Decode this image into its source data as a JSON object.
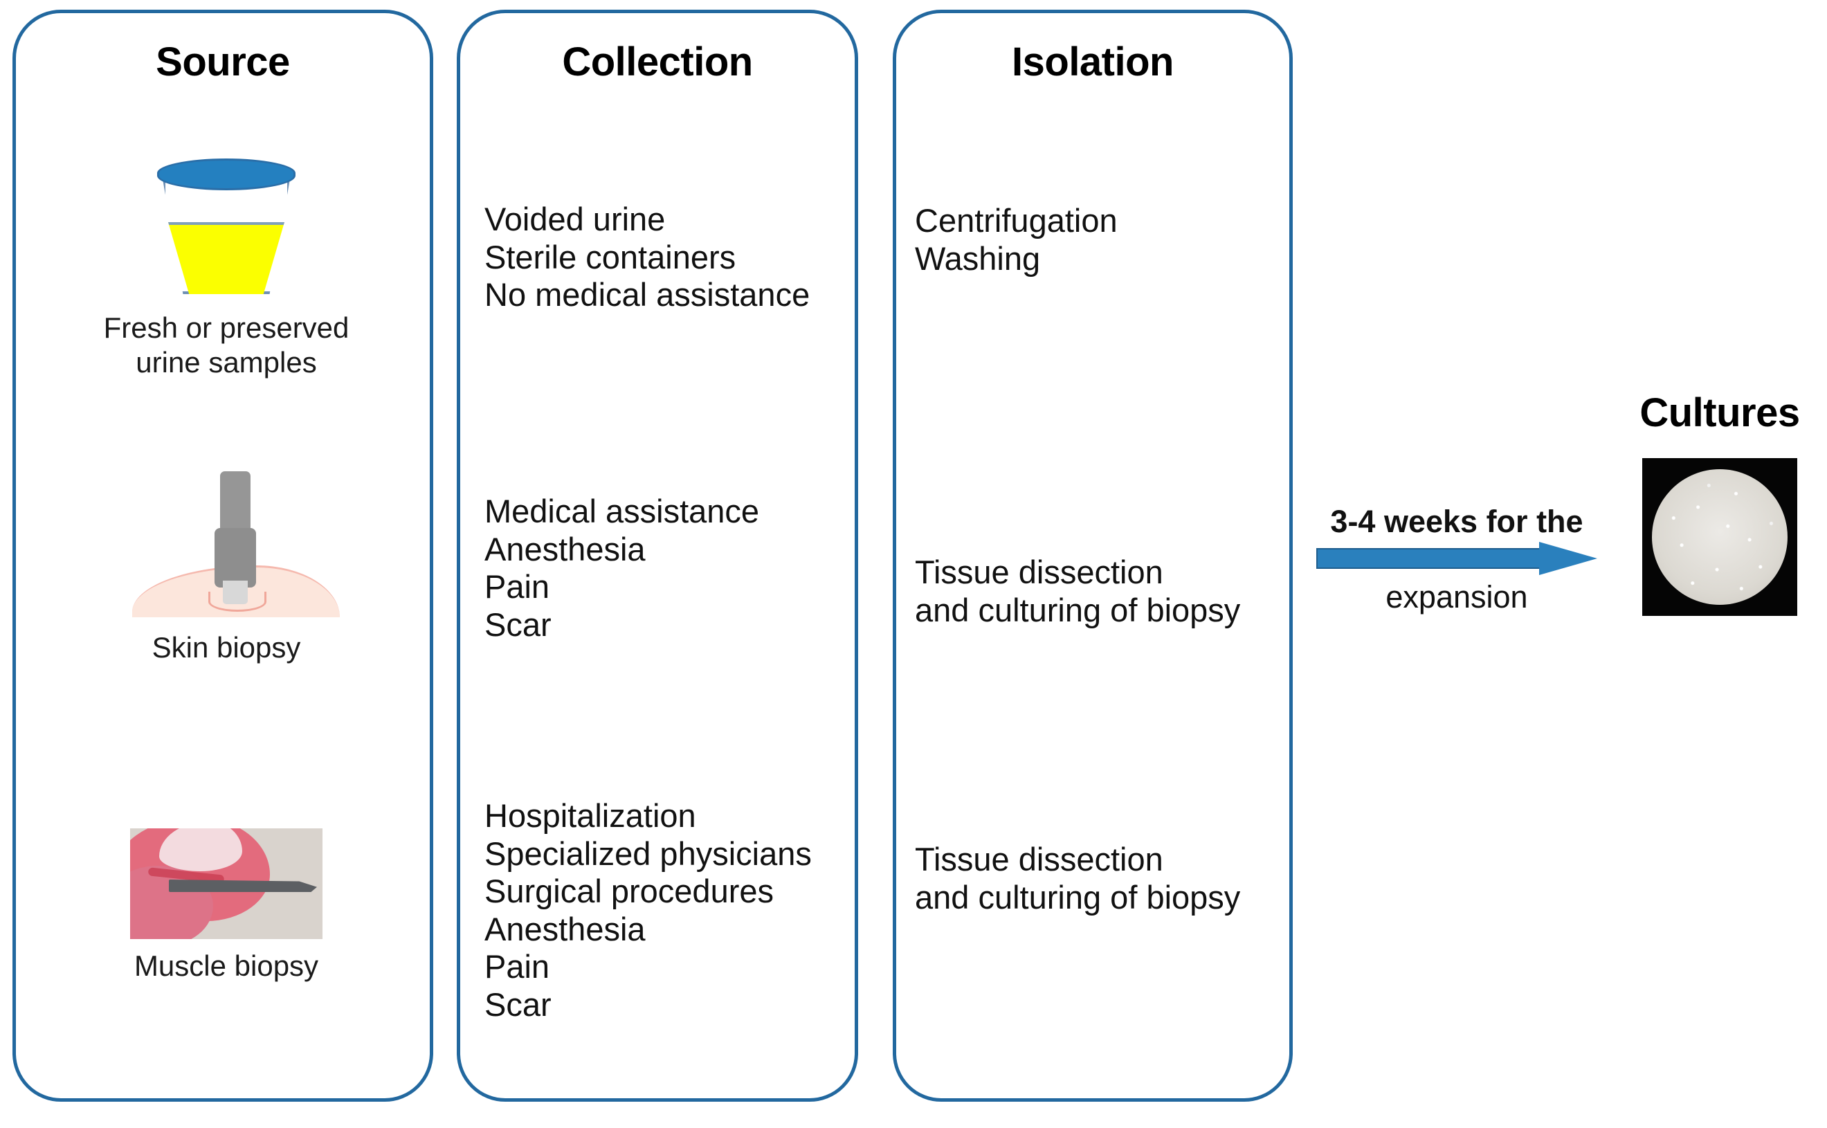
{
  "columns": {
    "source": {
      "title": "Source",
      "items": [
        {
          "icon": "urine-cup-icon",
          "caption": "Fresh  or preserved\nurine samples"
        },
        {
          "icon": "skin-punch-icon",
          "caption": "Skin biopsy"
        },
        {
          "icon": "muscle-biopsy-photo",
          "caption": "Muscle  biopsy"
        }
      ]
    },
    "collection": {
      "title": "Collection",
      "blocks": [
        "Voided urine\nSterile containers\nNo medical assistance",
        "Medical assistance\nAnesthesia\nPain\nScar",
        "Hospitalization\nSpecialized physicians\nSurgical procedures\nAnesthesia\nPain\nScar"
      ]
    },
    "isolation": {
      "title": "Isolation",
      "blocks": [
        "Centrifugation\nWashing",
        "Tissue dissection\nand culturing of biopsy",
        "Tissue dissection\nand culturing of biopsy"
      ]
    }
  },
  "arrow": {
    "icon": "right-arrow-icon",
    "caption_top": "3-4 weeks for the",
    "caption_bottom": "expansion"
  },
  "cultures": {
    "title": "Cultures",
    "image_alt": "culture-dish-photo"
  },
  "colors": {
    "box_border": "#22689f",
    "arrow_blue": "#2a80bd",
    "cup_lid_blue": "#2480c0",
    "urine_yellow": "#fbff00",
    "skin_pink": "#fce6dc"
  }
}
